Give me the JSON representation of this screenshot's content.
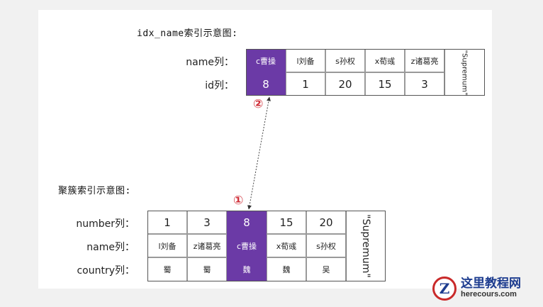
{
  "top": {
    "title": "idx_name索引示意图:",
    "row_labels": [
      "name列：",
      "id列："
    ],
    "names": [
      "c曹操",
      "l刘备",
      "s孙权",
      "x荀彧",
      "z诸葛亮"
    ],
    "ids": [
      "8",
      "1",
      "20",
      "15",
      "3"
    ],
    "supremum": "\"Supremum\""
  },
  "bottom": {
    "title": "聚簇索引示意图:",
    "row_labels": [
      "number列：",
      "name列：",
      "country列："
    ],
    "numbers": [
      "1",
      "3",
      "8",
      "15",
      "20"
    ],
    "names": [
      "l刘备",
      "z诸葛亮",
      "c曹操",
      "x荀彧",
      "s孙权"
    ],
    "countries": [
      "蜀",
      "蜀",
      "魏",
      "魏",
      "吴"
    ],
    "supremum": "\"Supremum\""
  },
  "markers": {
    "one": "①",
    "two": "②"
  },
  "colors": {
    "highlight": "#6b3aa6",
    "marker": "#d0303a",
    "logo_blue": "#1d3c8f",
    "logo_red": "#c92a2a"
  },
  "logo": {
    "cn": "这里教程网",
    "en": "herecours.com",
    "letter": "Z"
  }
}
